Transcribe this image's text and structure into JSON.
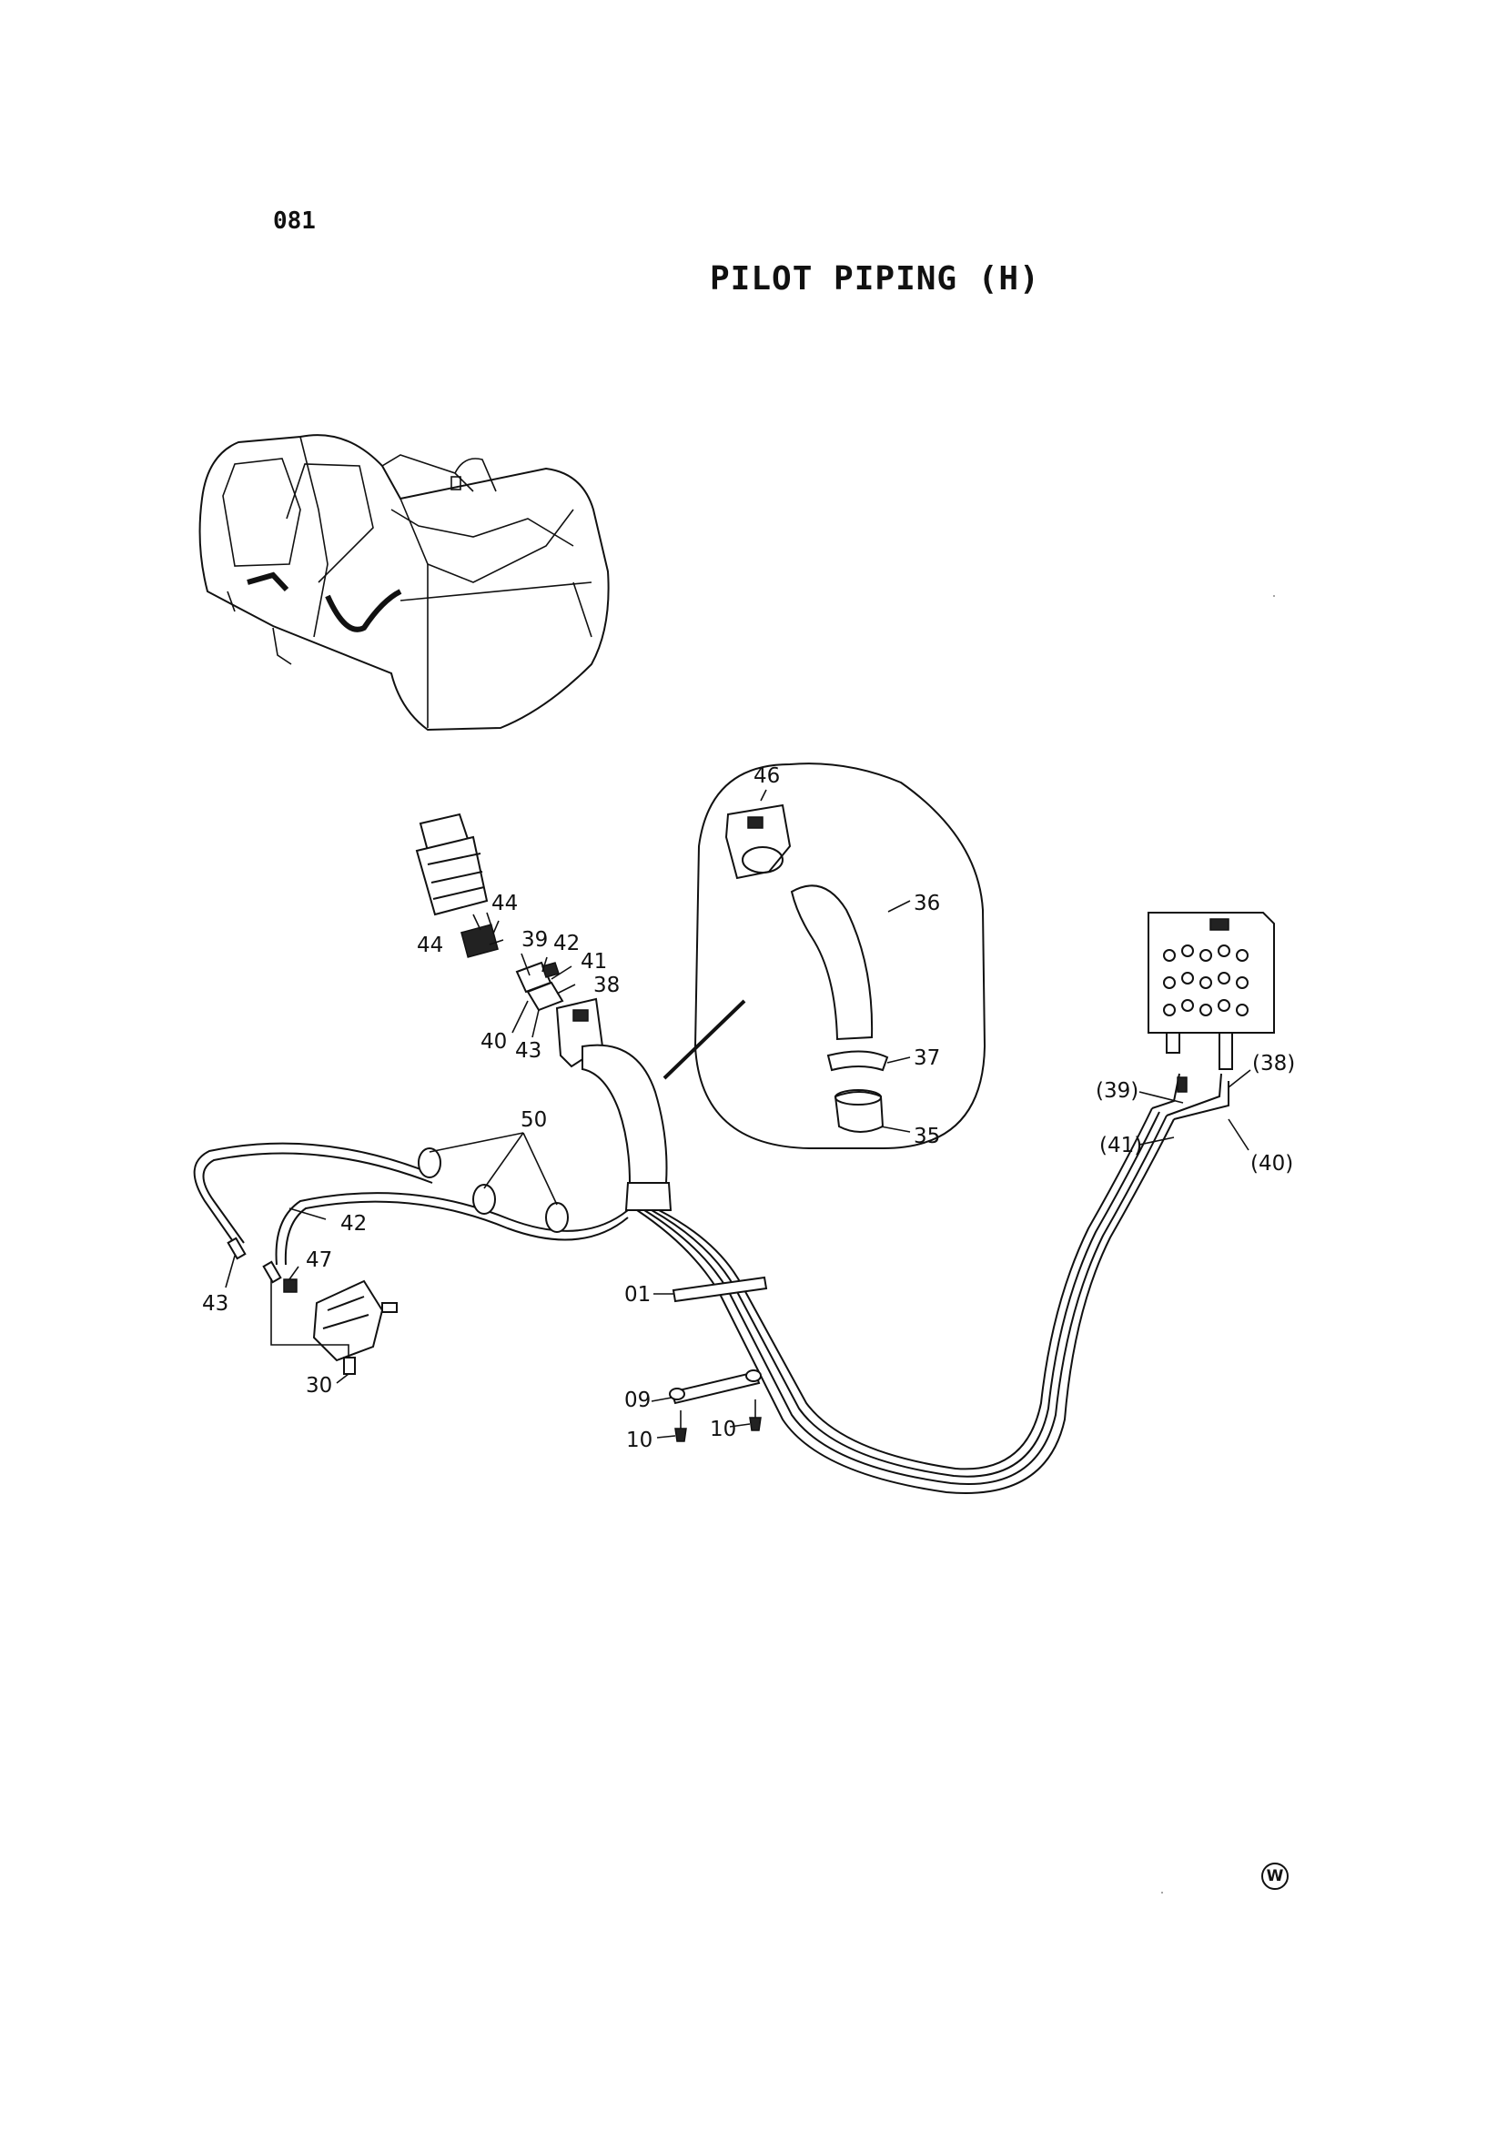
{
  "header": {
    "page_code": "081",
    "title": "PILOT PIPING (H)"
  },
  "footer": {
    "mark": "W"
  },
  "callouts": {
    "c46": "46",
    "c36": "36",
    "c37": "37",
    "c35": "35",
    "c44a": "44",
    "c44b": "44",
    "c39": "39",
    "c42a": "42",
    "c41": "41",
    "c38": "38",
    "c40": "40",
    "c43a": "43",
    "c50": "50",
    "c42b": "42",
    "c47": "47",
    "c43b": "43",
    "c30": "30",
    "c01": "01",
    "c09": "09",
    "c10a": "10",
    "c10b": "10",
    "c38p": "(38)",
    "c39p": "(39)",
    "c41p": "(41)",
    "c40p": "(40)"
  }
}
